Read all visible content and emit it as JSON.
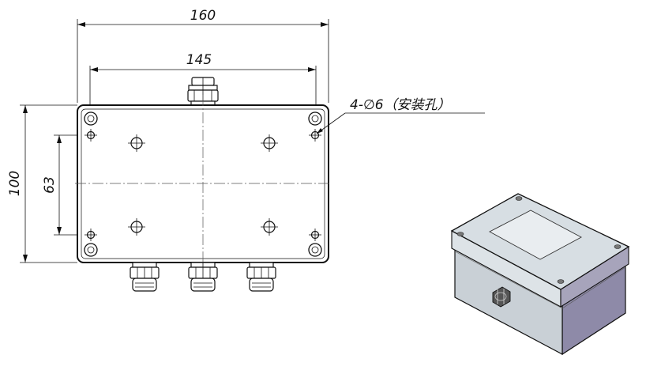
{
  "dimensions": {
    "width_overall": "160",
    "hole_spacing_horizontal": "145",
    "height_overall": "100",
    "hole_spacing_vertical": "63"
  },
  "callout": {
    "mounting_holes": "4-∅6（安装孔）"
  },
  "colors": {
    "line": "#111111",
    "box_top": "#d7dee3",
    "box_front": "#c9d0d6",
    "box_side": "#8e8aa8",
    "lid_panel": "#e9edf0"
  }
}
